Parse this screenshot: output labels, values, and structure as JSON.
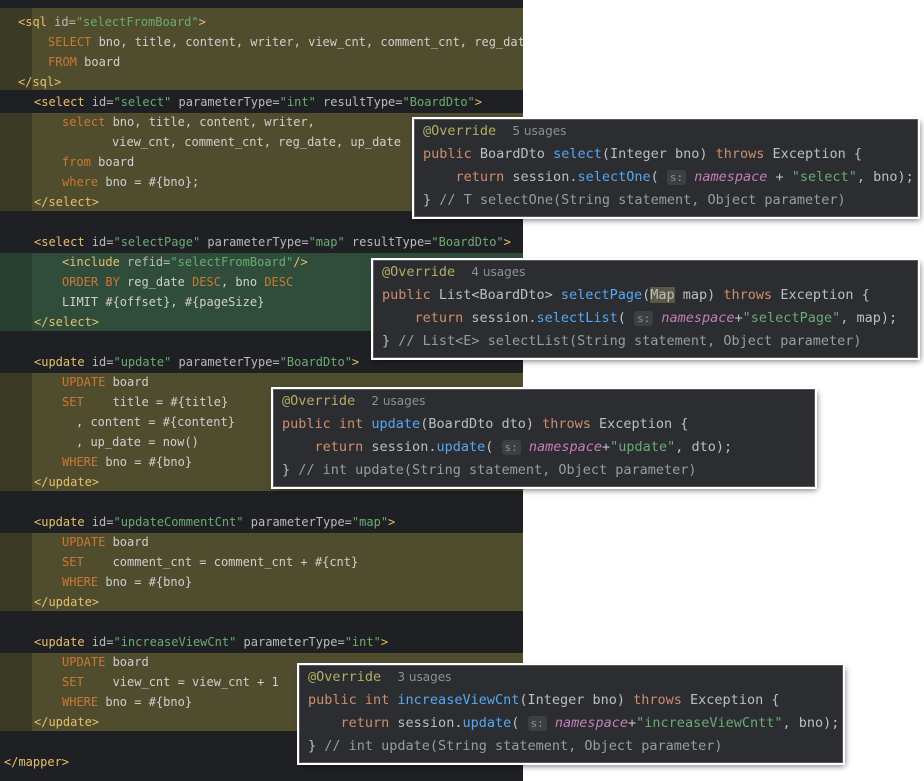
{
  "editor_lines": [
    {
      "segs": [
        [
          "t",
          "<sql "
        ],
        [
          "a",
          "id="
        ],
        [
          "v",
          "\"selectFromBoard\""
        ],
        [
          "t",
          ">"
        ]
      ]
    },
    {
      "segs": [
        [
          "k",
          "SELECT "
        ],
        [
          "c",
          "bno, title, content, writer, view_cnt, comment_cnt, reg_date"
        ]
      ]
    },
    {
      "segs": [
        [
          "k",
          "FROM "
        ],
        [
          "c",
          "board"
        ]
      ]
    },
    {
      "segs": [
        [
          "t",
          "</sql>"
        ]
      ]
    },
    {
      "segs": [
        [
          "t",
          "<select "
        ],
        [
          "a",
          "id="
        ],
        [
          "v",
          "\"select\" "
        ],
        [
          "a",
          "parameterType="
        ],
        [
          "v",
          "\"int\" "
        ],
        [
          "a",
          "resultType="
        ],
        [
          "v",
          "\"BoardDto\""
        ],
        [
          "t",
          ">"
        ]
      ]
    },
    {
      "segs": [
        [
          "k",
          "select "
        ],
        [
          "c",
          "bno, title, content, writer,"
        ]
      ]
    },
    {
      "segs": [
        [
          "c",
          "view_cnt, comment_cnt, reg_date, up_date"
        ]
      ]
    },
    {
      "segs": [
        [
          "k",
          "from "
        ],
        [
          "c",
          "board"
        ]
      ]
    },
    {
      "segs": [
        [
          "k",
          "where "
        ],
        [
          "c",
          "bno = #{bno};"
        ]
      ]
    },
    {
      "segs": [
        [
          "t",
          "</select>"
        ]
      ]
    },
    {
      "segs": [
        [
          "t",
          "<select "
        ],
        [
          "a",
          "id="
        ],
        [
          "v",
          "\"selectPage\" "
        ],
        [
          "a",
          "parameterType="
        ],
        [
          "v",
          "\"map\" "
        ],
        [
          "a",
          "resultType="
        ],
        [
          "v",
          "\"BoardDto\""
        ],
        [
          "t",
          ">"
        ]
      ]
    },
    {
      "segs": [
        [
          "t",
          "<include "
        ],
        [
          "a",
          "refid="
        ],
        [
          "v",
          "\"selectFromBoard\""
        ],
        [
          "t",
          "/>"
        ]
      ]
    },
    {
      "segs": [
        [
          "k",
          "ORDER BY "
        ],
        [
          "c",
          "reg_date "
        ],
        [
          "k",
          "DESC"
        ],
        [
          "c",
          ", bno "
        ],
        [
          "k",
          "DESC"
        ]
      ]
    },
    {
      "segs": [
        [
          "c",
          "LIMIT #{offset}, #{pageSize}"
        ]
      ]
    },
    {
      "segs": [
        [
          "t",
          "</select>"
        ]
      ]
    },
    {
      "segs": [
        [
          "t",
          "<update "
        ],
        [
          "a",
          "id="
        ],
        [
          "v",
          "\"update\" "
        ],
        [
          "a",
          "parameterType="
        ],
        [
          "v",
          "\"BoardDto\""
        ],
        [
          "t",
          ">"
        ]
      ]
    },
    {
      "segs": [
        [
          "k",
          "UPDATE "
        ],
        [
          "c",
          "board"
        ]
      ]
    },
    {
      "segs": [
        [
          "k",
          "SET    "
        ],
        [
          "c",
          "title = #{title}"
        ]
      ]
    },
    {
      "segs": [
        [
          "c",
          ", content = #{content}"
        ]
      ]
    },
    {
      "segs": [
        [
          "c",
          ", up_date = now()"
        ]
      ]
    },
    {
      "segs": [
        [
          "k",
          "WHERE "
        ],
        [
          "c",
          "bno = #{bno}"
        ]
      ]
    },
    {
      "segs": [
        [
          "t",
          "</update>"
        ]
      ]
    },
    {
      "segs": [
        [
          "t",
          "<update "
        ],
        [
          "a",
          "id="
        ],
        [
          "v",
          "\"updateCommentCnt\" "
        ],
        [
          "a",
          "parameterType="
        ],
        [
          "v",
          "\"map\""
        ],
        [
          "t",
          ">"
        ]
      ]
    },
    {
      "segs": [
        [
          "k",
          "UPDATE "
        ],
        [
          "c",
          "board"
        ]
      ]
    },
    {
      "segs": [
        [
          "k",
          "SET    "
        ],
        [
          "c",
          "comment_cnt = comment_cnt + #{cnt}"
        ]
      ]
    },
    {
      "segs": [
        [
          "k",
          "WHERE "
        ],
        [
          "c",
          "bno = #{bno}"
        ]
      ]
    },
    {
      "segs": [
        [
          "t",
          "</update>"
        ]
      ]
    },
    {
      "segs": [
        [
          "t",
          "<update "
        ],
        [
          "a",
          "id="
        ],
        [
          "v",
          "\"increaseViewCnt\" "
        ],
        [
          "a",
          "parameterType="
        ],
        [
          "v",
          "\"int\""
        ],
        [
          "t",
          ">"
        ]
      ]
    },
    {
      "segs": [
        [
          "k",
          "UPDATE "
        ],
        [
          "c",
          "board"
        ]
      ]
    },
    {
      "segs": [
        [
          "k",
          "SET    "
        ],
        [
          "c",
          "view_cnt = view_cnt + 1"
        ]
      ]
    },
    {
      "segs": [
        [
          "k",
          "WHERE "
        ],
        [
          "c",
          "bno = #{bno}"
        ]
      ]
    },
    {
      "segs": [
        [
          "t",
          "</update>"
        ]
      ]
    },
    {
      "segs": [
        [
          "t",
          "</mapper>"
        ]
      ]
    }
  ],
  "popups": [
    {
      "override": "@Override",
      "usages": "5 usages",
      "sig": [
        [
          "kw",
          "public "
        ],
        [
          "p",
          "BoardDto "
        ],
        [
          "fn",
          "select"
        ],
        [
          "p",
          "(Integer bno) "
        ],
        [
          "kw",
          "throws "
        ],
        [
          "p",
          "Exception {"
        ]
      ],
      "body": [
        [
          "kw",
          "return "
        ],
        [
          "p",
          "session."
        ],
        [
          "fn",
          "selectOne"
        ],
        [
          "p",
          "( "
        ],
        [
          "hint",
          "s:"
        ],
        [
          "fld",
          " namespace"
        ],
        [
          "p",
          " + "
        ],
        [
          "str",
          "\"select\""
        ],
        [
          "p",
          ", bno);"
        ]
      ],
      "close": [
        [
          "p",
          "} "
        ],
        [
          "cm",
          "// T selectOne(String statement, Object parameter)"
        ]
      ]
    },
    {
      "override": "@Override",
      "usages": "4 usages",
      "sig": [
        [
          "kw",
          "public "
        ],
        [
          "p",
          "List<BoardDto> "
        ],
        [
          "fn",
          "selectPage"
        ],
        [
          "p",
          "("
        ],
        [
          "mapHL",
          "Map"
        ],
        [
          "p",
          " map) "
        ],
        [
          "kw",
          "throws "
        ],
        [
          "p",
          "Exception {"
        ]
      ],
      "body": [
        [
          "kw",
          "return "
        ],
        [
          "p",
          "session."
        ],
        [
          "fn",
          "selectList"
        ],
        [
          "p",
          "( "
        ],
        [
          "hint",
          "s:"
        ],
        [
          "fld",
          " namespace"
        ],
        [
          "p",
          "+"
        ],
        [
          "str",
          "\"selectPage\""
        ],
        [
          "p",
          ", map);"
        ]
      ],
      "close": [
        [
          "p",
          "} "
        ],
        [
          "cm",
          "// List<E> selectList(String statement, Object parameter)"
        ]
      ]
    },
    {
      "override": "@Override",
      "usages": "2 usages",
      "sig": [
        [
          "kw",
          "public "
        ],
        [
          "kw",
          "int "
        ],
        [
          "fn",
          "update"
        ],
        [
          "p",
          "(BoardDto dto) "
        ],
        [
          "kw",
          "throws "
        ],
        [
          "p",
          "Exception {"
        ]
      ],
      "body": [
        [
          "kw",
          "return "
        ],
        [
          "p",
          "session."
        ],
        [
          "fn",
          "update"
        ],
        [
          "p",
          "( "
        ],
        [
          "hint",
          "s:"
        ],
        [
          "fld",
          " namespace"
        ],
        [
          "p",
          "+"
        ],
        [
          "str",
          "\"update\""
        ],
        [
          "p",
          ", dto);"
        ]
      ],
      "close": [
        [
          "p",
          "} "
        ],
        [
          "cm",
          "// int update(String statement, Object parameter)"
        ]
      ]
    },
    {
      "override": "@Override",
      "usages": "3 usages",
      "sig": [
        [
          "kw",
          "public "
        ],
        [
          "kw",
          "int "
        ],
        [
          "fn",
          "increaseViewCnt"
        ],
        [
          "p",
          "(Integer bno) "
        ],
        [
          "kw",
          "throws "
        ],
        [
          "p",
          "Exception {"
        ]
      ],
      "body": [
        [
          "kw",
          "return "
        ],
        [
          "p",
          "session."
        ],
        [
          "fn",
          "update"
        ],
        [
          "p",
          "( "
        ],
        [
          "hint",
          "s:"
        ],
        [
          "fld",
          " namespace"
        ],
        [
          "p",
          "+"
        ],
        [
          "str",
          "\"increaseViewCntt\""
        ],
        [
          "p",
          ", bno);"
        ]
      ],
      "close": [
        [
          "p",
          "} "
        ],
        [
          "cm",
          "// int update(String statement, Object parameter)"
        ]
      ]
    }
  ]
}
